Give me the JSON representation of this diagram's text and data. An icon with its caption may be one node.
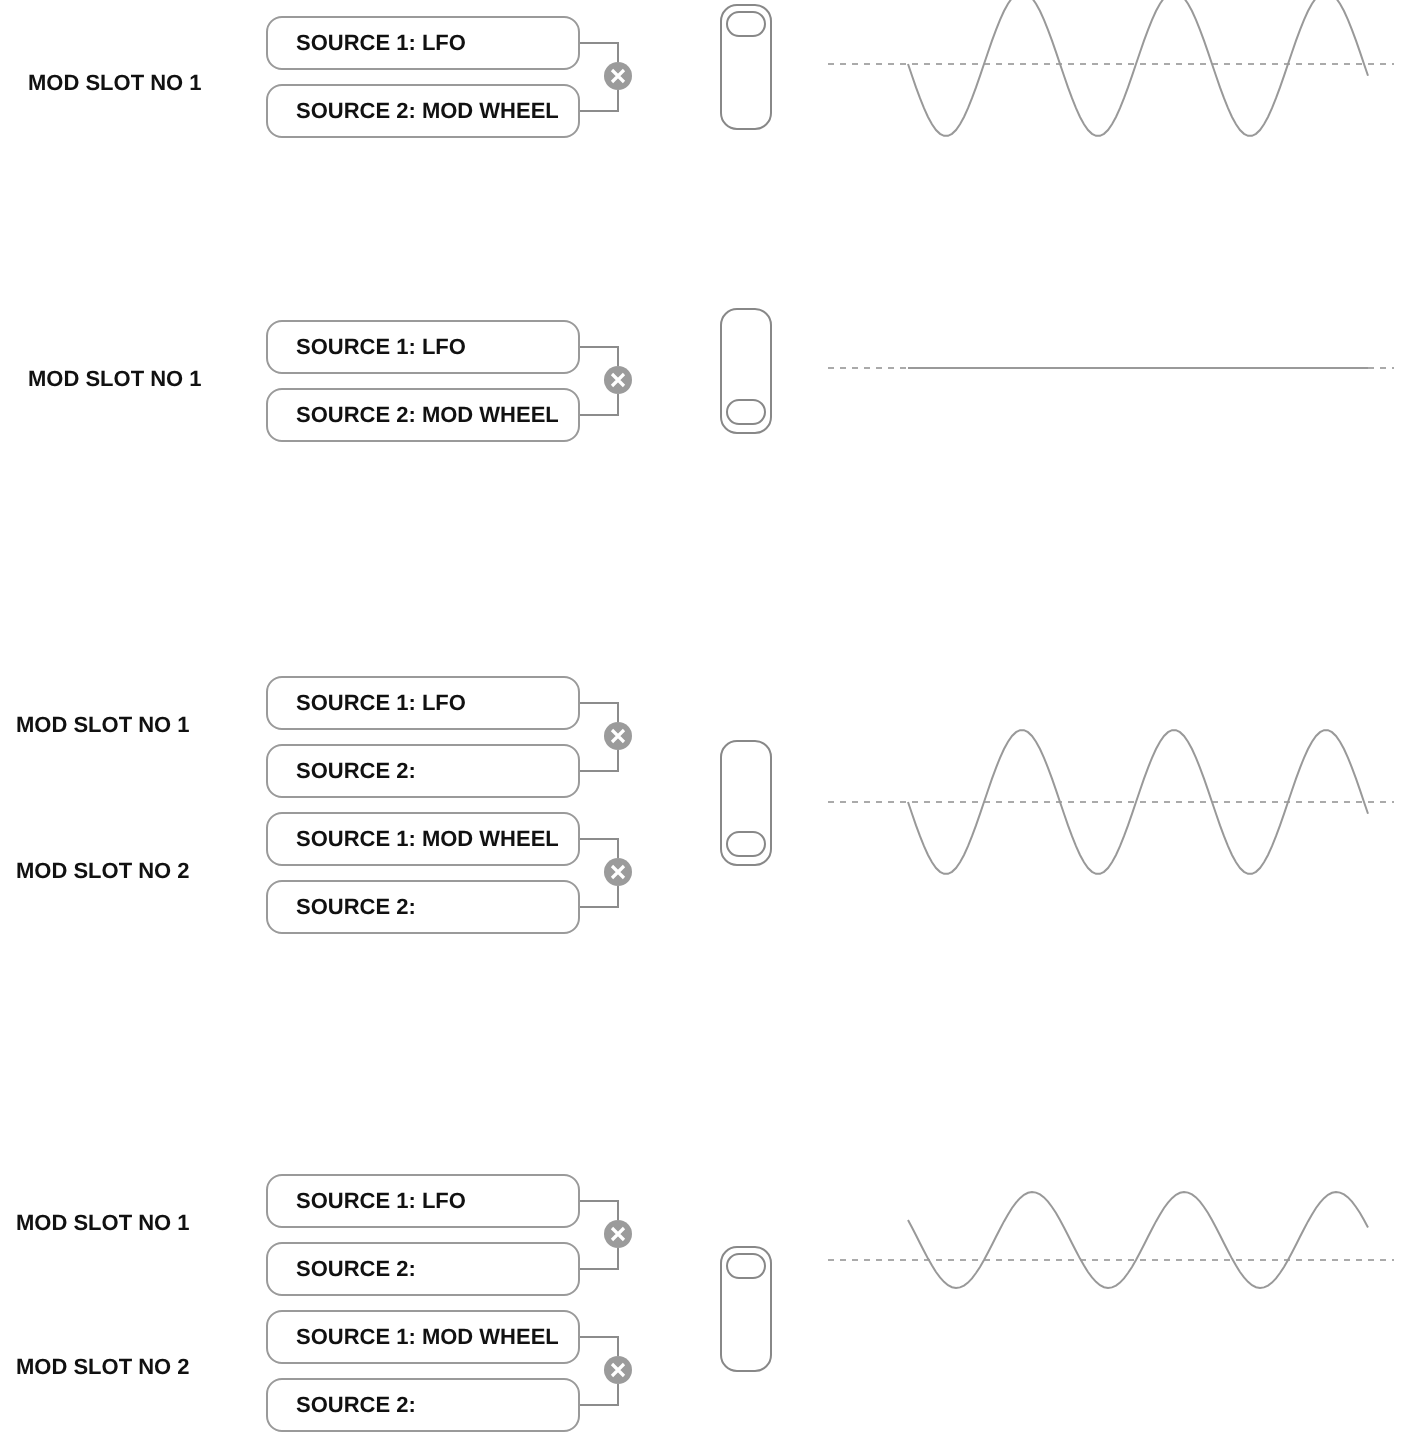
{
  "diagram": {
    "nodes": [
      {
        "text": [
          "SOURCE 1: LFO"
        ]
      },
      {
        "text": [
          "SOURCE 2: MOD WHEEL"
        ]
      },
      {
        "text": [],
        "shape": "circle"
      },
      {
        "text": [
          "SOURCE 1: LFO"
        ]
      },
      {
        "text": [
          "SOURCE 2: MOD WHEEL"
        ]
      },
      {
        "text": [],
        "shape": "circle"
      },
      {
        "text": [
          "SOURCE 1: LFO"
        ]
      },
      {
        "text": [
          "SOURCE 2:"
        ]
      },
      {
        "text": [],
        "shape": "circle"
      },
      {
        "text": [
          "SOURCE 1: MOD WHEEL"
        ]
      },
      {
        "text": [
          "SOURCE 2:"
        ]
      },
      {
        "text": [],
        "shape": "circle"
      },
      {
        "text": [
          "SOURCE 1: LFO"
        ]
      },
      {
        "text": [
          "SOURCE 2:"
        ]
      },
      {
        "text": [],
        "shape": "circle"
      },
      {
        "text": [
          "SOURCE 1: MOD WHEEL"
        ]
      },
      {
        "text": [
          "SOURCE 2:"
        ]
      },
      {
        "text": [],
        "shape": "circle"
      }
    ],
    "edges": [
      {
        "from": 0,
        "to": 2,
        "arrow": "none"
      },
      {
        "from": 1,
        "to": 2,
        "arrow": "none"
      },
      {
        "from": 3,
        "to": 5,
        "arrow": "none"
      },
      {
        "from": 4,
        "to": 5,
        "arrow": "none"
      },
      {
        "from": 6,
        "to": 8,
        "arrow": "none"
      },
      {
        "from": 7,
        "to": 8,
        "arrow": "none"
      },
      {
        "from": 9,
        "to": 11,
        "arrow": "none"
      },
      {
        "from": 10,
        "to": 11,
        "arrow": "none"
      },
      {
        "from": 12,
        "to": 14,
        "arrow": "none"
      },
      {
        "from": 13,
        "to": 14,
        "arrow": "none"
      },
      {
        "from": 15,
        "to": 17,
        "arrow": "none"
      },
      {
        "from": 16,
        "to": 17,
        "arrow": "none"
      }
    ],
    "labels": [
      "MOD SLOT NO 1",
      "MOD SLOT NO 1",
      "MOD SLOT NO 1",
      "MOD SLOT NO 2",
      "MOD SLOT NO 1",
      "MOD SLOT NO 2"
    ]
  }
}
